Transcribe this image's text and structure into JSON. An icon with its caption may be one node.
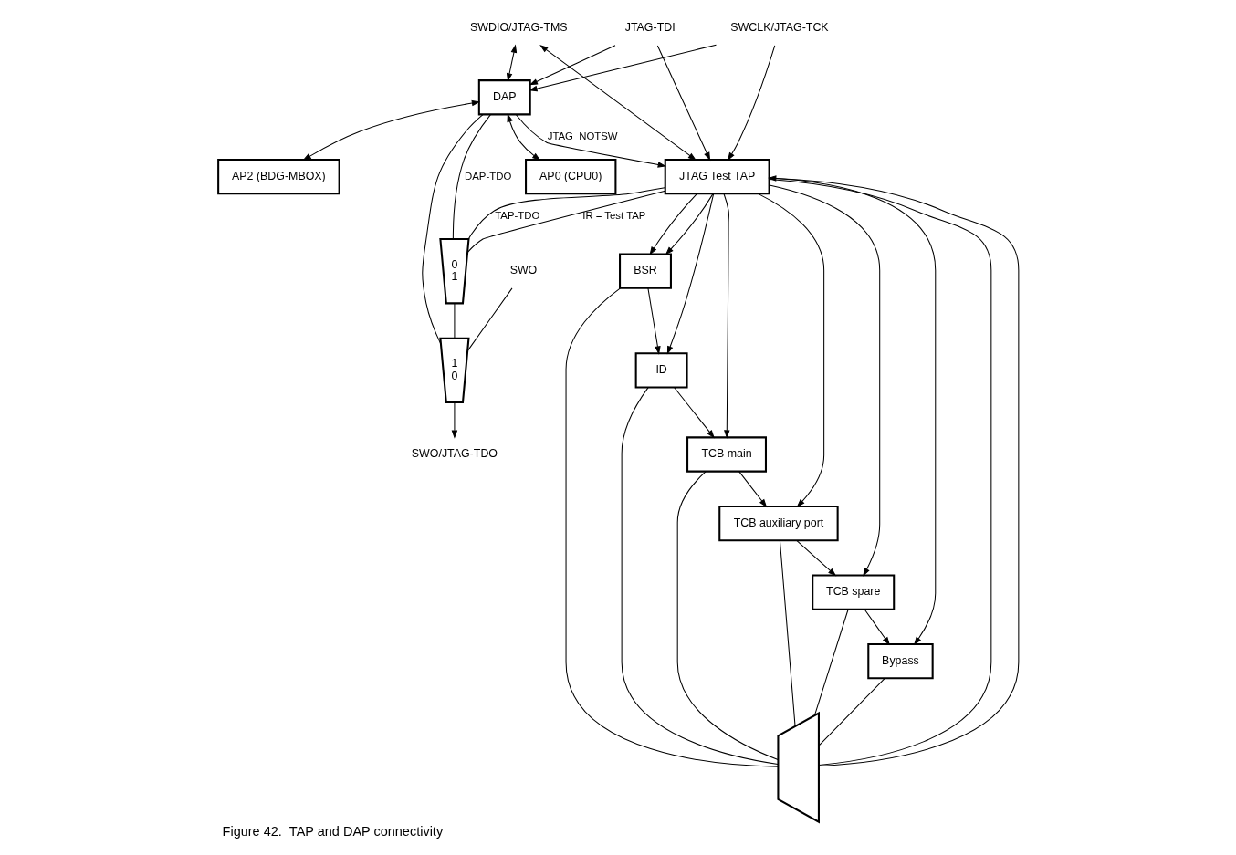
{
  "diagram": {
    "caption": "Figure 42.  TAP and DAP connectivity",
    "nodes": [
      {
        "text": [
          "SWCLK/JTAG-TCK"
        ]
      },
      {
        "text": [
          "SWDIO/JTAG-TMS"
        ]
      },
      {
        "text": [
          "JTAG-TDI"
        ]
      },
      {
        "text": [
          "SWO/JTAG-TDO"
        ]
      },
      {
        "text": [
          "DAP"
        ]
      },
      {
        "text": [
          "AP0 (CPU0)"
        ]
      },
      {
        "text": [
          "AP2 (BDG-MBOX)"
        ]
      },
      {
        "text": [
          "1",
          "0"
        ]
      },
      {
        "text": [
          "0",
          "1"
        ]
      },
      {
        "text": [
          "SWO"
        ]
      },
      {
        "text": [
          "JTAG Test TAP"
        ]
      },
      {
        "text": [
          "BSR"
        ]
      },
      {
        "text": [
          "ID"
        ]
      },
      {
        "text": [
          "TCB main"
        ]
      },
      {
        "text": [
          "TCB auxiliary port"
        ]
      },
      {
        "text": [
          "TCB spare"
        ]
      },
      {
        "text": [
          "Bypass"
        ]
      },
      {
        "text": [],
        "shape": "trapezoid"
      }
    ],
    "edges": [
      {
        "from": 0,
        "to": 4,
        "arrow": "to"
      },
      {
        "from": 1,
        "to": 4,
        "arrow": "both"
      },
      {
        "from": 2,
        "to": 4,
        "arrow": "to"
      },
      {
        "from": 4,
        "to": 5,
        "arrow": "both"
      },
      {
        "from": 4,
        "to": 6,
        "arrow": "both"
      },
      {
        "from": 4,
        "to": 10,
        "label": "JTAG_NOTSW",
        "arrow": "to"
      },
      {
        "from": 4,
        "to": 7,
        "arrow": "none"
      },
      {
        "from": 4,
        "to": 8,
        "label": "DAP-TDO",
        "arrow": "none"
      },
      {
        "from": 8,
        "to": 7,
        "arrow": "none"
      },
      {
        "from": 9,
        "to": 7,
        "arrow": "none"
      },
      {
        "from": 7,
        "to": 3,
        "arrow": "to"
      },
      {
        "from": 0,
        "to": 10,
        "arrow": "to"
      },
      {
        "from": 1,
        "to": 10,
        "arrow": "both"
      },
      {
        "from": 2,
        "to": 10,
        "arrow": "to"
      },
      {
        "from": 10,
        "to": 8,
        "label": "TAP-TDO",
        "arrow": "none"
      },
      {
        "from": 10,
        "to": 8,
        "label": "IR = Test TAP",
        "arrow": "none"
      },
      {
        "from": 10,
        "to": 11,
        "arrow": "to"
      },
      {
        "from": 10,
        "to": 17,
        "arrow": "none"
      },
      {
        "from": 10,
        "to": 11,
        "arrow": "to"
      },
      {
        "from": 10,
        "to": 12,
        "arrow": "to"
      },
      {
        "from": 10,
        "to": 13,
        "arrow": "to"
      },
      {
        "from": 10,
        "to": 14,
        "arrow": "to"
      },
      {
        "from": 10,
        "to": 15,
        "arrow": "to"
      },
      {
        "from": 10,
        "to": 16,
        "arrow": "to"
      },
      {
        "from": 11,
        "to": 12,
        "arrow": "to"
      },
      {
        "from": 12,
        "to": 13,
        "arrow": "to"
      },
      {
        "from": 13,
        "to": 14,
        "arrow": "to"
      },
      {
        "from": 14,
        "to": 15,
        "arrow": "to"
      },
      {
        "from": 15,
        "to": 16,
        "arrow": "to"
      },
      {
        "from": 11,
        "to": 17,
        "arrow": "none"
      },
      {
        "from": 12,
        "to": 17,
        "arrow": "none"
      },
      {
        "from": 13,
        "to": 17,
        "arrow": "none"
      },
      {
        "from": 14,
        "to": 17,
        "arrow": "none"
      },
      {
        "from": 15,
        "to": 17,
        "arrow": "none"
      },
      {
        "from": 16,
        "to": 17,
        "arrow": "none"
      },
      {
        "from": 17,
        "to": 10,
        "arrow": "to"
      }
    ]
  }
}
